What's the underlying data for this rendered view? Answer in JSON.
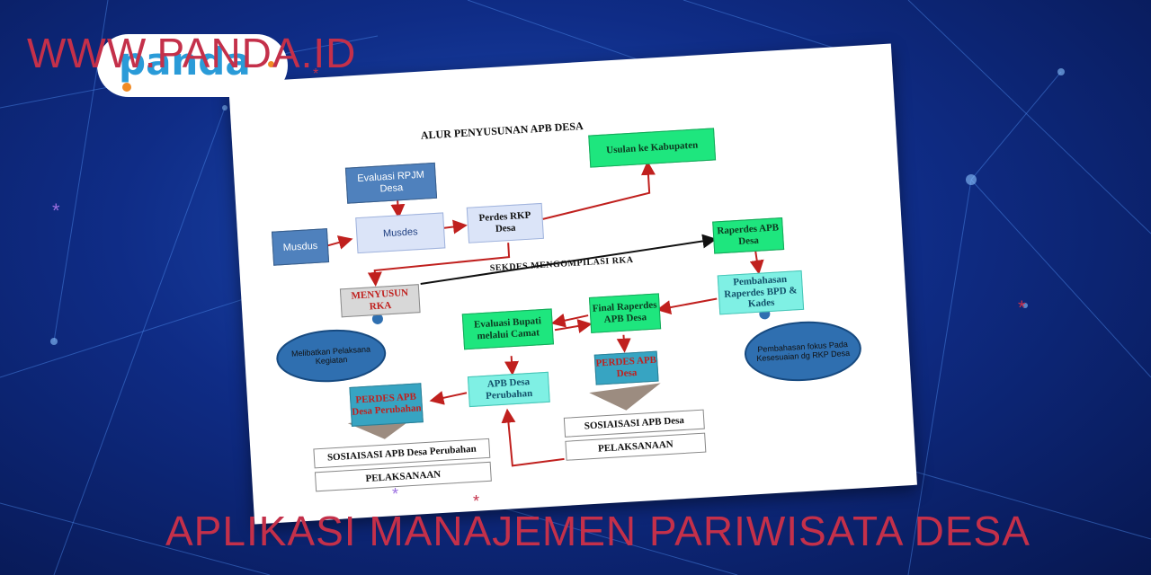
{
  "banner": {
    "site_url": "WWW.PANDA.ID",
    "logo_text": "panda",
    "footer_title": "APLIKASI MANAJEMEN PARIWISATA DESA"
  },
  "colors": {
    "background": "#0f2c86",
    "accent_text": "#c4304a",
    "logo_blue": "#2a9bd8",
    "logo_orange": "#f08a24"
  },
  "diagram": {
    "title": "ALUR PENYUSUNAN APB DESA",
    "sekdes_label": "SEKDES MENGOMPILASI RKA",
    "nodes": {
      "evaluasi_rpjm": "Evaluasi RPJM Desa",
      "musdus": "Musdus",
      "musdes": "Musdes",
      "perdes_rkp": "Perdes RKP Desa",
      "usulan_kabupaten": "Usulan ke Kabupaten",
      "menyusun_rka": "MENYUSUN RKA",
      "raperdes": "Raperdes APB Desa",
      "pembahasan_raperdes": "Pembahasan Raperdes BPD & Kades",
      "final_raperdes": "Final Raperdes APB Desa",
      "evaluasi_bupati": "Evaluasi Bupati melalui Camat",
      "perdes_apb": "PERDES APB Desa",
      "apb_perubahan": "APB Desa Perubahan",
      "perdes_apb_perubahan": "PERDES APB Desa Perubahan",
      "sosialisasi_apb": "SOSIAISASI APB Desa",
      "pelaksanaan_right": "PELAKSANAAN",
      "sosialisasi_perubahan": "SOSIAISASI APB Desa Perubahan",
      "pelaksanaan_left": "PELAKSANAAN"
    },
    "clouds": {
      "melibatkan": "Melibatkan Pelaksana Kegiatan",
      "pembahasan_fokus": "Pembahasan fokus Pada Kesesuaian dg RKP Desa"
    }
  }
}
